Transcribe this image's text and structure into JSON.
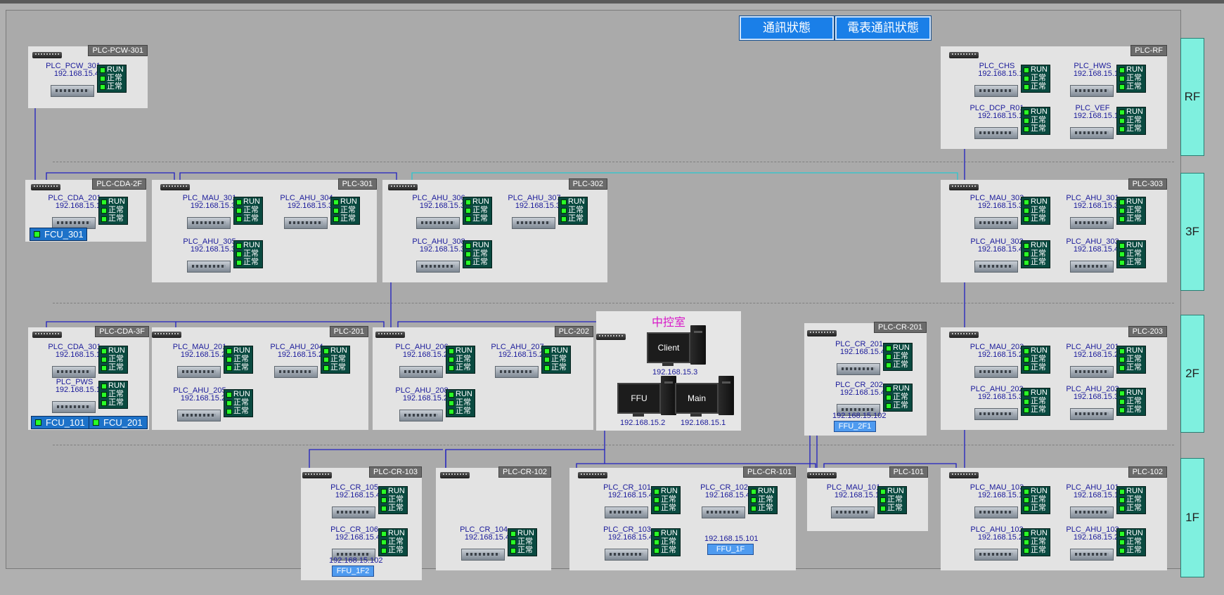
{
  "header_buttons": [
    "通訊狀態",
    "電表通訊狀態"
  ],
  "floors": [
    "RF",
    "3F",
    "2F",
    "1F"
  ],
  "groups": {
    "pcw301": "PLC-PCW-301",
    "rf": "PLC-RF",
    "cda2f": "PLC-CDA-2F",
    "p301": "PLC-301",
    "p302": "PLC-302",
    "p303": "PLC-303",
    "cda3f": "PLC-CDA-3F",
    "p201": "PLC-201",
    "p202": "PLC-202",
    "cr201": "PLC-CR-201",
    "p203": "PLC-203",
    "cr103": "PLC-CR-103",
    "cr102": "PLC-CR-102",
    "cr101": "PLC-CR-101",
    "p101": "PLC-101",
    "p102": "PLC-102"
  },
  "status_labels": {
    "run": "RUN",
    "ok": "正常"
  },
  "nodes": {
    "pcw_301": {
      "name": "PLC_PCW_301",
      "ip": "192.168.15.47"
    },
    "chs": {
      "name": "PLC_CHS",
      "ip": "192.168.15.11"
    },
    "hws": {
      "name": "PLC_HWS",
      "ip": "192.168.15.12"
    },
    "dcp_r01": {
      "name": "PLC_DCP_R01",
      "ip": "192.168.15.14"
    },
    "vef": {
      "name": "PLC_VEF",
      "ip": "192.168.15.13"
    },
    "cda_201": {
      "name": "PLC_CDA_201",
      "ip": "192.168.15.15"
    },
    "mau_301": {
      "name": "PLC_MAU_301",
      "ip": "192.168.15.32"
    },
    "ahu_304": {
      "name": "PLC_AHU_304",
      "ip": "192.168.15.33"
    },
    "ahu_305": {
      "name": "PLC_AHU_305",
      "ip": "192.168.15.34"
    },
    "ahu_306": {
      "name": "PLC_AHU_306",
      "ip": "192.168.15.35"
    },
    "ahu_307": {
      "name": "PLC_AHU_307",
      "ip": "192.168.15.36"
    },
    "ahu_308": {
      "name": "PLC_AHU_308",
      "ip": "192.168.15.37"
    },
    "mau_303": {
      "name": "PLC_MAU_303",
      "ip": "192.168.15.38"
    },
    "ahu_301": {
      "name": "PLC_AHU_301",
      "ip": "192.168.15.39"
    },
    "ahu_302": {
      "name": "PLC_AHU_302",
      "ip": "192.168.15.40"
    },
    "ahu_303": {
      "name": "PLC_AHU_303",
      "ip": "192.168.15.41"
    },
    "cda_301": {
      "name": "PLC_CDA_301",
      "ip": "192.168.15.16"
    },
    "pws": {
      "name": "PLC_PWS",
      "ip": "192.168.15.15"
    },
    "mau_201": {
      "name": "PLC_MAU_201",
      "ip": "192.168.15.22"
    },
    "ahu_204": {
      "name": "PLC_AHU_204",
      "ip": "192.168.15.23"
    },
    "ahu_205": {
      "name": "PLC_AHU_205",
      "ip": "192.168.15.24"
    },
    "ahu_206": {
      "name": "PLC_AHU_206",
      "ip": "192.168.15.25"
    },
    "ahu_207": {
      "name": "PLC_AHU_207",
      "ip": "192.168.15.26"
    },
    "ahu_208": {
      "name": "PLC_AHU_208",
      "ip": "192.168.15.27"
    },
    "cr_201": {
      "name": "PLC_CR_201",
      "ip": "192.168.15.43"
    },
    "cr_202": {
      "name": "PLC_CR_202",
      "ip": "192.168.15.45"
    },
    "mau_203": {
      "name": "PLC_MAU_203",
      "ip": "192.168.15.28"
    },
    "ahu_201": {
      "name": "PLC_AHU_201",
      "ip": "192.168.15.29"
    },
    "ahu_202": {
      "name": "PLC_AHU_202",
      "ip": "192.168.15.30"
    },
    "ahu_203": {
      "name": "PLC_AHU_203",
      "ip": "192.168.15.31"
    },
    "cr_105": {
      "name": "PLC_CR_105",
      "ip": "192.168.15.43"
    },
    "cr_106": {
      "name": "PLC_CR_106",
      "ip": "192.168.15.45"
    },
    "cr_104": {
      "name": "PLC_CR_104",
      "ip": "192.168.15.46"
    },
    "cr_101": {
      "name": "PLC_CR_101",
      "ip": "192.168.15.43"
    },
    "cr_102": {
      "name": "PLC_CR_102",
      "ip": "192.168.15.44"
    },
    "cr_103": {
      "name": "PLC_CR_103",
      "ip": "192.168.15.45"
    },
    "mau_101": {
      "name": "PLC_MAU_101",
      "ip": "192.168.15.17"
    },
    "mau_103": {
      "name": "PLC_MAU_103",
      "ip": "192.168.15.18"
    },
    "ahu_101": {
      "name": "PLC_AHU_101",
      "ip": "192.168.15.19"
    },
    "ahu_102": {
      "name": "PLC_AHU_102",
      "ip": "192.168.15.20"
    },
    "ahu_103": {
      "name": "PLC_AHU_103",
      "ip": "192.168.15.21"
    }
  },
  "fcu": {
    "fcu_301": "FCU_301",
    "fcu_101": "FCU_101",
    "fcu_201": "FCU_201"
  },
  "ffu": {
    "ffu_2f1": {
      "label": "FFU_2F1",
      "ip": "192.168.15.102"
    },
    "ffu_1f2": {
      "label": "FFU_1F2",
      "ip": "192.168.15.102"
    },
    "ffu_1f": {
      "label": "FFU_1F",
      "ip": "192.168.15.101"
    }
  },
  "control_room": {
    "title": "中控室",
    "client": {
      "label": "Client",
      "ip": "192.168.15.3"
    },
    "ffu": {
      "label": "FFU",
      "ip": "192.168.15.2"
    },
    "main": {
      "label": "Main",
      "ip": "192.168.15.1"
    }
  },
  "colors": {
    "link": "#2020c0",
    "device_link": "#2db82d",
    "backbone": "#29c7cf",
    "status_led": "#28ff28"
  }
}
